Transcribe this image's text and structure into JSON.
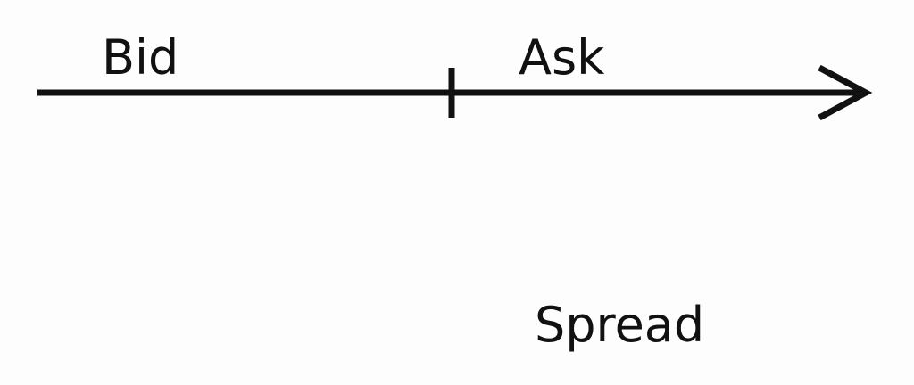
{
  "labels": {
    "bid": "Bid",
    "ask": "Ask",
    "spread": "Spread"
  },
  "colors": {
    "stroke": "#111111",
    "background": "#fdfdfd"
  }
}
